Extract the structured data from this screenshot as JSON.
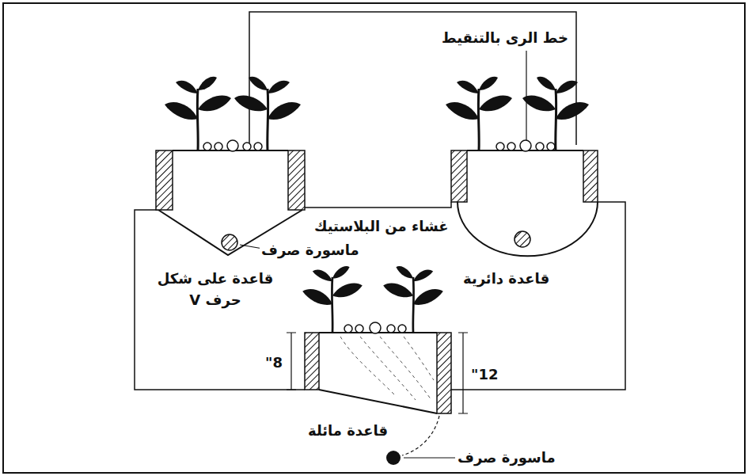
{
  "diagram": {
    "labels": [
      "خط الرى بالتنقيط",
      "غشاء من البلاستيك",
      "ماسورة صرف",
      "قاعدة على شكل حرف V",
      "قاعدة دائرية",
      "8\"",
      "12\"",
      "قاعدة مائلة",
      "ماسورة صرف"
    ]
  }
}
